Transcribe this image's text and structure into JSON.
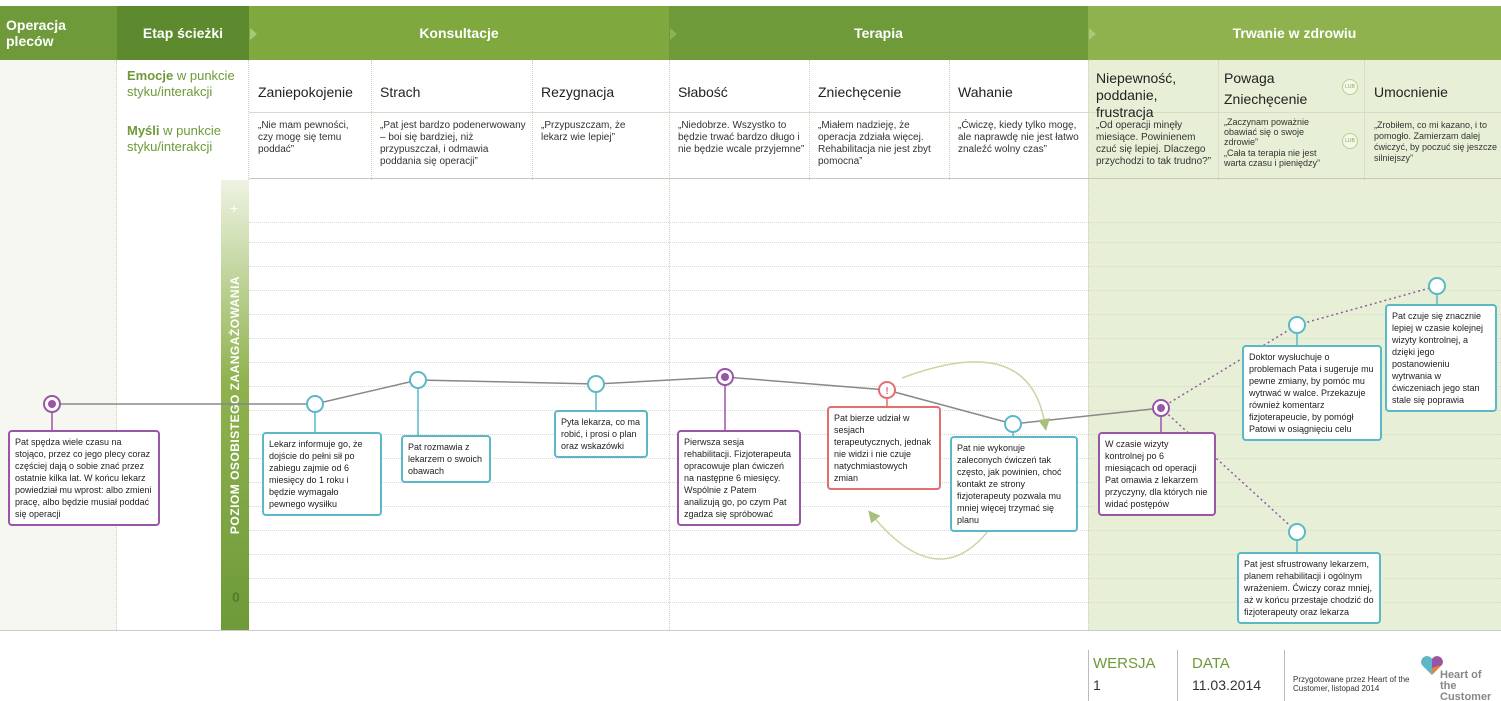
{
  "header": {
    "title": "Operacja pleców",
    "stage": "Etap ścieżki",
    "phases": [
      "Konsultacje",
      "Terapia",
      "Trwanie w zdrowiu"
    ]
  },
  "rows": {
    "emotions_bold": "Emocje",
    "emotions_rest": " w punkcie styku/interakcji",
    "thoughts_bold": "Myśli",
    "thoughts_rest": " w punkcie styku/interakcji"
  },
  "emotions": [
    "Zaniepokojenie",
    "Strach",
    "Rezygnacja",
    "Słabość",
    "Zniechęcenie",
    "Wahanie",
    "Niepewność, poddanie, frustracja",
    "Powaga",
    "Zniechęcenie",
    "Umocnienie"
  ],
  "thoughts": [
    "„Nie mam pewności, czy mogę się temu poddać”",
    "„Pat jest bardzo podenerwowany – boi się bardziej, niż przypuszczał, i odmawia poddania się operacji”",
    "„Przypuszczam, że lekarz wie lepiej”",
    "„Niedobrze. Wszystko to będzie trwać bardzo długo i nie będzie wcale przyjemne”",
    "„Miałem nadzieję, że operacja zdziała więcej. Rehabilitacja nie jest zbyt pomocna”",
    "„Ćwiczę, kiedy tylko mogę, ale naprawdę nie jest łatwo znaleźć wolny czas”",
    "„Od operacji minęły miesiące. Powinienem czuć się lepiej. Dlaczego przychodzi to tak trudno?”",
    "„Zaczynam poważnie obawiać się o swoje zdrowie”",
    "„Cała ta terapia nie jest warta czasu i pieniędzy”",
    "„Zrobiłem, co mi kazano, i to pomogło. Zamierzam dalej ćwiczyć, by poczuć się jeszcze silniejszy”"
  ],
  "lub": "LUB",
  "axis": {
    "label": "POZIOM OSOBISTEGO ZAANGAŻOWANIA",
    "plus": "+",
    "zero": "0"
  },
  "cards": [
    "Pat spędza wiele czasu na stojąco, przez co jego plecy coraz częściej dają o sobie znać przez ostatnie kilka lat. W końcu lekarz powiedział mu wprost: albo zmieni pracę, albo będzie musiał poddać się operacji",
    "Lekarz informuje go, że dojście do pełni sił po zabiegu zajmie od 6 miesięcy do 1 roku i będzie wymagało pewnego wysiłku",
    "Pat rozmawia z lekarzem o swoich obawach",
    "Pyta lekarza, co ma robić, i prosi o plan oraz wskazówki",
    "Pierwsza sesja rehabilitacji. Fizjoterapeuta opracowuje plan ćwiczeń na następne 6 miesięcy. Wspólnie z Patem analizują go, po czym Pat zgadza się spróbować",
    "Pat bierze udział w sesjach terapeutycznych, jednak nie widzi i nie czuje natychmiastowych zmian",
    "Pat nie wykonuje zaleconych ćwiczeń tak często, jak powinien, choć kontakt ze strony fizjoterapeuty pozwala mu mniej więcej trzymać się planu",
    "W czasie wizyty kontrolnej po 6 miesiącach od operacji Pat omawia z lekarzem przyczyny, dla których nie widać postępów",
    "Doktor wysłuchuje o problemach Pata i sugeruje mu pewne zmiany, by pomóc mu wytrwać w walce. Przekazuje również komentarz fizjoterapeucie, by pomógł Patowi w osiągnięciu celu",
    "Pat czuje się znacznie lepiej w czasie kolejnej wizyty kontrolnej, a dzięki jego postanowieniu wytrwania w ćwiczeniach jego stan stale się poprawia",
    "Pat jest sfrustrowany lekarzem, planem rehabilitacji i ogólnym wrażeniem. Ćwiczy coraz mniej, aż w końcu przestaje chodzić do fizjoterapeuty oraz lekarza"
  ],
  "footer": {
    "version_label": "WERSJA",
    "version": "1",
    "date_label": "DATA",
    "date": "11.03.2014",
    "credit": "Przygotowane przez Heart of the Customer, listopad 2014",
    "logo_text": "Heart of the Customer"
  },
  "colors": {
    "green_dark": "#5d8a2e",
    "green": "#7fa83f",
    "teal": "#5bb8c9",
    "purple": "#9a56a6",
    "red": "#e36e6e"
  }
}
